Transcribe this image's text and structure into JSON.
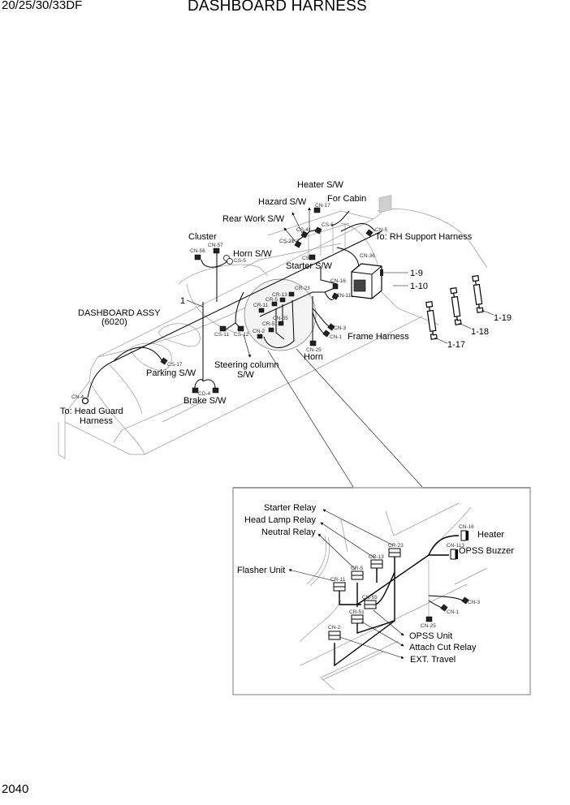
{
  "header": {
    "model": "20/25/30/33DF",
    "title": "DASHBOARD HARNESS"
  },
  "footer": {
    "page_number": "2040"
  },
  "main_view": {
    "part_callouts": [
      "1",
      "1-9",
      "1-10",
      "1-17",
      "1-18",
      "1-19"
    ],
    "assembly_label": "DASHBOARD ASSY",
    "assembly_code": "(6020)",
    "components": {
      "heater_sw": "Heater S/W",
      "hazard_sw": "Hazard S/W",
      "for_cabin": "For Cabin",
      "rear_work_sw": "Rear Work S/W",
      "cluster": "Cluster",
      "horn_sw": "Horn S/W",
      "rh_support": "To: RH Support Harness",
      "starter_sw": "Starter S/W",
      "frame_harness": "Frame Harness",
      "horn": "Horn",
      "steering_column": "Steering column",
      "steering_sw": "S/W",
      "parking_sw": "Parking S/W",
      "brake_sw": "Brake S/W",
      "head_guard": "To: Head Guard",
      "head_guard2": "Harness"
    },
    "connectors": {
      "cn17": "CN-17",
      "cn5": "CN-5",
      "cs41": "CS-41",
      "cs6": "CS-6",
      "cs21": "CS-21",
      "cs2": "CS-2",
      "cn56": "CN-56",
      "cn57": "CN-57",
      "cs5": "CS-5",
      "cn36": "CN-36",
      "cn16": "CN-16",
      "cn113": "CN-113",
      "cr23": "CR-23",
      "cr13": "CR-13",
      "cr5": "CR-5",
      "cr11": "CR-11",
      "cn55": "CN-55",
      "cr51": "CR-51",
      "cn2": "CN-2",
      "cn3": "CN-3",
      "cn1": "CN-1",
      "cn25": "CN-25",
      "cs11": "CS-11",
      "cs12": "CS-12",
      "cs17": "CS-17",
      "cd4": "CD-4",
      "cn4": "CN-4"
    }
  },
  "detail_view": {
    "relays": {
      "starter_relay": "Starter Relay",
      "head_lamp_relay": "Head Lamp Relay",
      "neutral_relay": "Neutral Relay",
      "flasher_unit": "Flasher Unit",
      "heater": "Heater",
      "opss_buzzer": "OPSS Buzzer",
      "opss_unit": "OPSS Unit",
      "attach_cut_relay": "Attach Cut Relay",
      "ext_travel": "EXT. Travel"
    },
    "connectors": {
      "cr23": "CR-23",
      "cr13": "CR-13",
      "cr5": "CR-5",
      "cr11": "CR-11",
      "cn55": "CN-55",
      "cr51": "CR-51",
      "cn2": "CN-2",
      "cn16": "CN-16",
      "cn113": "CN-113",
      "cn3": "CN-3",
      "cn1": "CN-1",
      "cn25": "CN-25"
    }
  }
}
